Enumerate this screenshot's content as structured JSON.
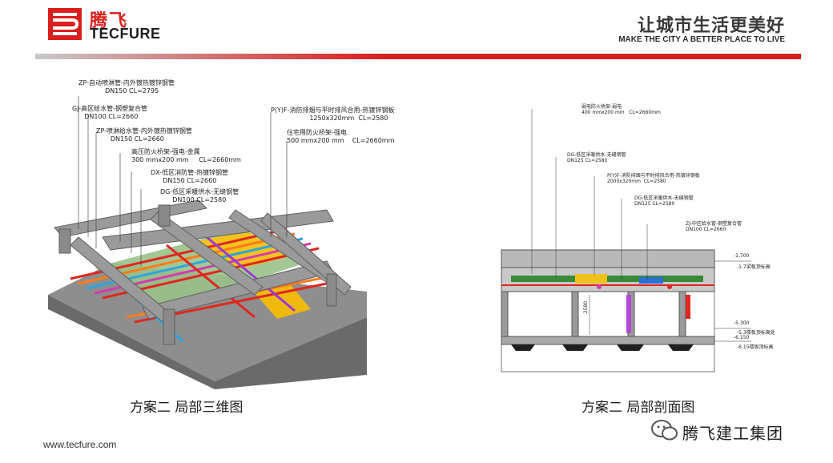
{
  "header": {
    "brand_cn": "腾飞",
    "brand_en": "TECFURE",
    "slogan_cn": "让城市生活更美好",
    "slogan_en": "MAKE THE CITY A BETTER PLACE TO LIVE",
    "accent_color": "#d9201f"
  },
  "left_figure": {
    "caption": "方案二 局部三维图",
    "labels": [
      {
        "line1": "ZP-自动喷淋管-内外镀热镀锌钢管",
        "line2": "DN150 CL=2795"
      },
      {
        "line1": "GJ-高区给水管-钢塑复合管",
        "line2": "DN100 CL=2660"
      },
      {
        "line1": "ZP-喷淋给水管-内外镀热镀锌钢管",
        "line2": "DN150 CL=2660"
      },
      {
        "line1": "高压防火桥架-强电-金属",
        "line2": "300 mmx200 mm     CL=2660mm"
      },
      {
        "line1": "DX-低区消防管-热镀锌钢管",
        "line2": "DN150 CL=2660"
      },
      {
        "line1": "DG-低区采暖供水-无缝钢管",
        "line2": "DN100 CL=2580"
      },
      {
        "line1": "P(Y)F-消防排烟与平时排风合用-热镀锌钢板",
        "line2": "1250x320mm  CL=2580"
      },
      {
        "line1": "住宅用防火桥架-强电",
        "line2": "500 mmx200 mm    CL=2660mm"
      }
    ]
  },
  "right_figure": {
    "caption": "方案二 局部剖面图",
    "labels": [
      {
        "line1": "弱电防火桥架-弱电",
        "line2": "400 mmx200 mm   CL=2660mm"
      },
      {
        "line1": "DG-低区采暖供水-无缝钢管",
        "line2": "DN125 CL=2580"
      },
      {
        "line1": "P(Y)F-消防排烟与平时排风合用-热镀锌钢板",
        "line2": "2000x320mm  CL=2580"
      },
      {
        "line1": "DG-低区采暖供水-无缝钢管",
        "line2": "DN125 CL=2580"
      },
      {
        "line1": "ZJ-中区给水管-钢塑复合管",
        "line2": "DN100 CL=2660"
      }
    ],
    "elevations": [
      {
        "value": "-1.700",
        "note": "-1.7梁板顶标高"
      },
      {
        "value": "-5.300",
        "note": "-5.3楼板顶标高处"
      },
      {
        "value": "-6.150",
        "note": "-6.15楼板顶标高"
      }
    ],
    "dimension": "2580"
  },
  "footer": {
    "url": "www.tecfure.com",
    "wechat_account": "腾飞建工集团"
  }
}
